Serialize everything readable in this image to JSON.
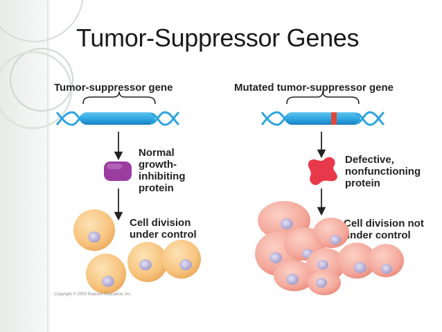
{
  "slide": {
    "title": "Tumor-Suppressor Genes",
    "copyright": "Copyright © 2009 Pearson Education, Inc."
  },
  "left_panel": {
    "heading": "Tumor-suppressor gene",
    "protein_label": [
      "Normal",
      "growth-",
      "inhibiting",
      "protein"
    ],
    "division_label": [
      "Cell division",
      "under control"
    ]
  },
  "right_panel": {
    "heading": "Mutated tumor-suppressor gene",
    "protein_label": [
      "Defective,",
      "nonfunctioning",
      "protein"
    ],
    "division_label": [
      "Cell division not",
      "under control"
    ]
  },
  "colors": {
    "gene": "#2ba3e0",
    "gene_dark": "#1a7fbf",
    "mutation": "#e0473a",
    "normal_protein": "#9b3da0",
    "defective_protein": "#e8394a",
    "normal_cell": "#f7c37d",
    "abnormal_cell": "#f4a99c",
    "nucleus": "#b7b1d8"
  }
}
